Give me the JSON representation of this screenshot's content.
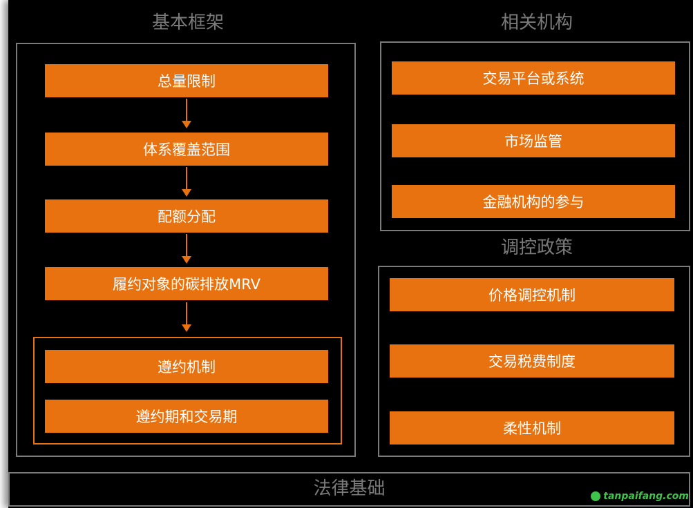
{
  "sections": {
    "framework_title": "基本框架",
    "institutions_title": "相关机构",
    "policy_title": "调控政策",
    "law_title": "法律基础"
  },
  "framework": {
    "steps": [
      "总量限制",
      "体系覆盖范围",
      "配额分配",
      "履约对象的碳排放MRV"
    ],
    "compliance": [
      "遵约机制",
      "遵约期和交易期"
    ]
  },
  "institutions": [
    "交易平台或系统",
    "市场监管",
    "金融机构的参与"
  ],
  "policy": [
    "价格调控机制",
    "交易税费制度",
    "柔性机制"
  ],
  "watermark": "tanpaifang.com",
  "colors": {
    "box_fill": "#e8720f",
    "frame_border": "#7b7b7b",
    "title_text": "#7a7a7a",
    "background": "#000000",
    "watermark": "#3ec44a"
  }
}
